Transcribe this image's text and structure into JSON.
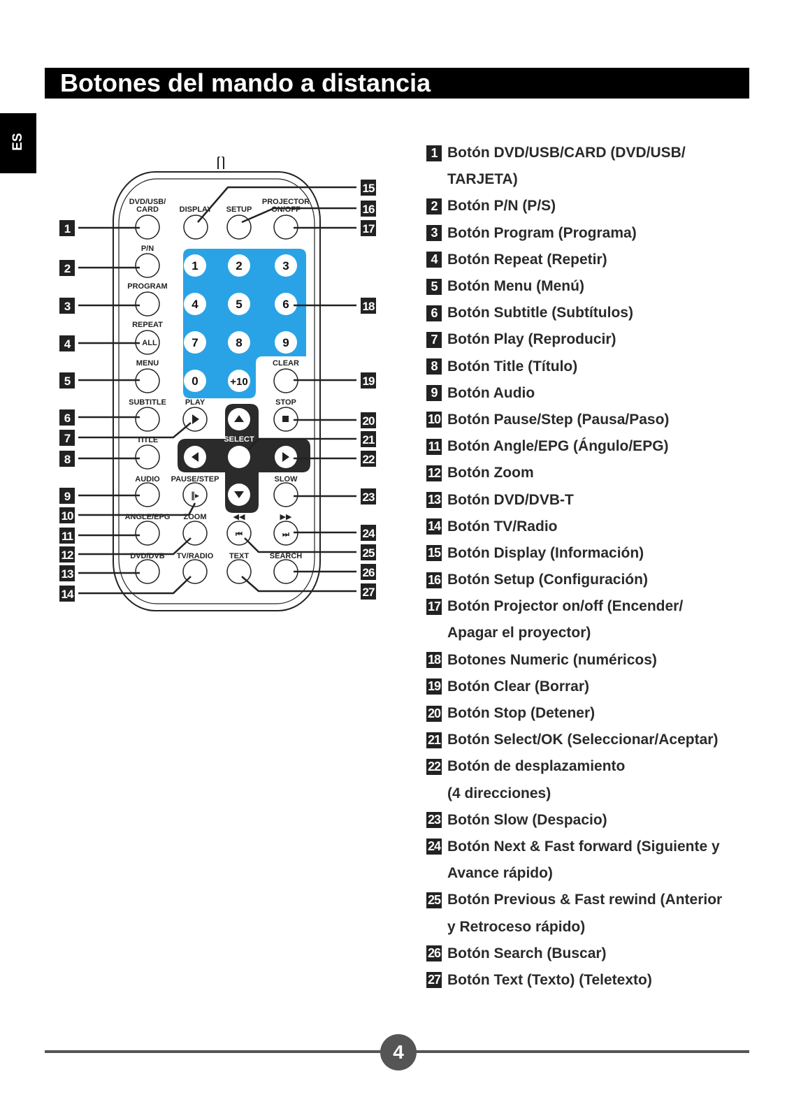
{
  "header": {
    "title": "Botones del mando a distancia"
  },
  "language_tab": "ES",
  "remote": {
    "keypad_color": "#2aa3e6",
    "left_callouts": [
      "1",
      "2",
      "3",
      "4",
      "5",
      "6",
      "7",
      "8",
      "9",
      "10",
      "11",
      "12",
      "13",
      "14"
    ],
    "right_callouts": [
      "15",
      "16",
      "17",
      "18",
      "19",
      "20",
      "21",
      "22",
      "23",
      "24",
      "25",
      "26",
      "27"
    ],
    "labels": {
      "dvd_usb_card": [
        "DVD/USB/",
        "CARD"
      ],
      "display": "DISPLAY",
      "setup": "SETUP",
      "projector": [
        "PROJECTOR",
        "ON/OFF"
      ],
      "pn": "P/N",
      "program": "PROGRAM",
      "repeat": "REPEAT",
      "all": "ALL",
      "menu": "MENU",
      "clear": "CLEAR",
      "subtitle": "SUBTITLE",
      "play": "PLAY",
      "stop": "STOP",
      "title": "TITLE",
      "select": "SELECT",
      "audio": "AUDIO",
      "pause_step": "PAUSE/STEP",
      "slow": "SLOW",
      "angle_epg": "ANGLE/EPG",
      "zoom": "ZOOM",
      "dvd_dvb": "DVD/DVB",
      "tv_radio": "TV/RADIO",
      "text": "TEXT",
      "search": "SEARCH"
    },
    "numeric_keys": [
      "1",
      "2",
      "3",
      "4",
      "5",
      "6",
      "7",
      "8",
      "9",
      "0",
      "+10"
    ]
  },
  "items": [
    {
      "num": "1",
      "lines": [
        "Botón DVD/USB/CARD (DVD/USB/",
        "TARJETA)"
      ]
    },
    {
      "num": "2",
      "lines": [
        "Botón P/N (P/S)"
      ]
    },
    {
      "num": "3",
      "lines": [
        "Botón Program (Programa)"
      ]
    },
    {
      "num": "4",
      "lines": [
        "Botón Repeat (Repetir)"
      ]
    },
    {
      "num": "5",
      "lines": [
        "Botón Menu (Menú)"
      ]
    },
    {
      "num": "6",
      "lines": [
        "Botón Subtitle (Subtítulos)"
      ]
    },
    {
      "num": "7",
      "lines": [
        "Botón Play (Reproducir)"
      ]
    },
    {
      "num": "8",
      "lines": [
        "Botón Title (Título)"
      ]
    },
    {
      "num": "9",
      "lines": [
        "Botón Audio"
      ]
    },
    {
      "num": "10",
      "lines": [
        "Botón Pause/Step (Pausa/Paso)"
      ]
    },
    {
      "num": "11",
      "lines": [
        "Botón Angle/EPG (Ángulo/EPG)"
      ]
    },
    {
      "num": "12",
      "lines": [
        "Botón Zoom"
      ]
    },
    {
      "num": "13",
      "lines": [
        "Botón DVD/DVB-T"
      ]
    },
    {
      "num": "14",
      "lines": [
        "Botón TV/Radio"
      ]
    },
    {
      "num": "15",
      "lines": [
        "Botón Display (Información)"
      ]
    },
    {
      "num": "16",
      "lines": [
        "Botón Setup (Configuración)"
      ]
    },
    {
      "num": "17",
      "lines": [
        "Botón Projector on/off (Encender/",
        "Apagar el proyector)"
      ]
    },
    {
      "num": "18",
      "lines": [
        "Botones Numeric (numéricos)"
      ]
    },
    {
      "num": "19",
      "lines": [
        "Botón Clear (Borrar)"
      ]
    },
    {
      "num": "20",
      "lines": [
        "Botón Stop (Detener)"
      ]
    },
    {
      "num": "21",
      "lines": [
        "Botón Select/OK (Seleccionar/Aceptar)"
      ]
    },
    {
      "num": "22",
      "lines": [
        "Botón de desplazamiento",
        "(4 direcciones)"
      ]
    },
    {
      "num": "23",
      "lines": [
        "Botón Slow (Despacio)"
      ]
    },
    {
      "num": "24",
      "lines": [
        "Botón Next & Fast forward (Siguiente y",
        "Avance rápido)"
      ]
    },
    {
      "num": "25",
      "lines": [
        "Botón Previous & Fast rewind (Anterior",
        "y Retroceso rápido)"
      ]
    },
    {
      "num": "26",
      "lines": [
        "Botón Search (Buscar)"
      ]
    },
    {
      "num": "27",
      "lines": [
        "Botón Text (Texto) (Teletexto)"
      ]
    }
  ],
  "footer": {
    "page_number": "4"
  }
}
